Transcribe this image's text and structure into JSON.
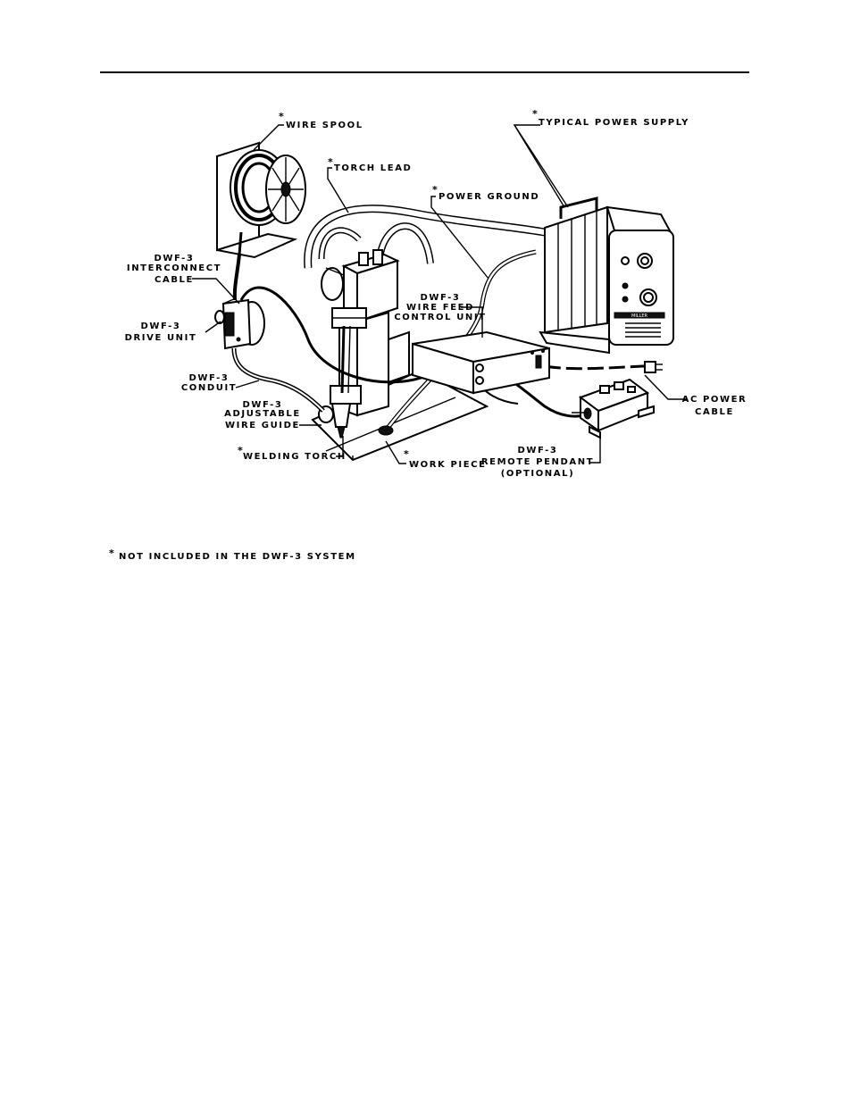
{
  "labels": {
    "wire_spool": "WIRE SPOOL",
    "typical_power_supply": "TYPICAL POWER SUPPLY",
    "torch_lead": "TORCH LEAD",
    "power_ground": "POWER GROUND",
    "interconnect_1": "DWF-3",
    "interconnect_2": "INTERCONNECT",
    "interconnect_3": "CABLE",
    "control_1": "DWF-3",
    "control_2": "WIRE FEED",
    "control_3": "CONTROL UNIT",
    "drive_1": "DWF-3",
    "drive_2": "DRIVE UNIT",
    "conduit_1": "DWF-3",
    "conduit_2": "CONDUIT",
    "guide_1": "DWF-3",
    "guide_2": "ADJUSTABLE",
    "guide_3": "WIRE GUIDE",
    "ac_1": "AC POWER",
    "ac_2": "CABLE",
    "welding_torch": "WELDING TORCH",
    "work_piece": "WORK PIECE",
    "pendant_1": "DWF-3",
    "pendant_2": "REMOTE PENDANT",
    "pendant_3": "(OPTIONAL)"
  },
  "marker": "*",
  "footnote": "NOT INCLUDED IN THE DWF-3 SYSTEM",
  "power_supply_brand": "MILLER"
}
